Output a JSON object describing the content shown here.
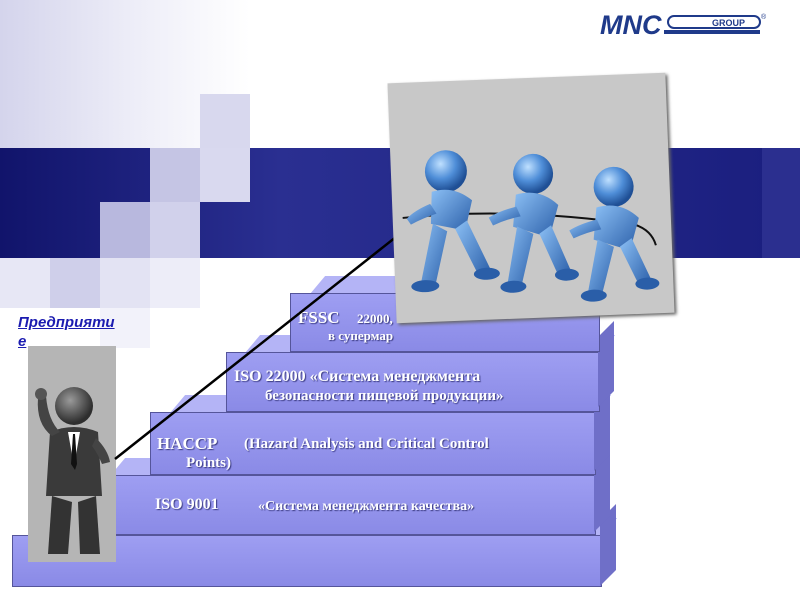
{
  "logo": {
    "text": "MNC",
    "subtext": "GROUP",
    "mark": "®"
  },
  "enterprise_label_line1": "Предприяти",
  "enterprise_label_line2": "е",
  "steps": [
    {
      "line1": "ISO 9001",
      "line2": "«Система менеджмента качества»"
    },
    {
      "line1": "HACCP",
      "line1b": "(Hazard Analysis and Critical Control",
      "line2": "Points)"
    },
    {
      "line1": "ISO 22000 «Система менеджмента",
      "line2": "безопасности пищевой продукции»"
    },
    {
      "line1": "FSSC",
      "line1b": "22000,",
      "line2": "в супермар"
    }
  ],
  "colors": {
    "band": "#1a1e7e",
    "step": "#8f8fea",
    "label": "#1b1bb0"
  },
  "icons": [
    "enterprise-person-icon",
    "tug-of-war-icon"
  ]
}
